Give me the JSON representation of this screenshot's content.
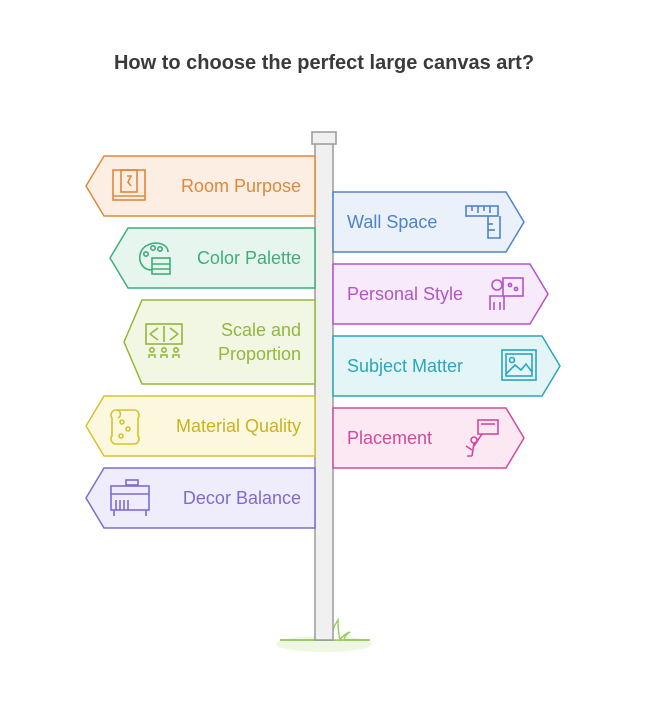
{
  "title": "How to choose the perfect large canvas art?",
  "signs": [
    {
      "label": "Room Purpose",
      "side": "left",
      "icon": "room-door-icon",
      "stroke": "#e0883a",
      "fill": "#fdeee3",
      "text": "#e0883a"
    },
    {
      "label": "Wall Space",
      "side": "right",
      "icon": "measuring-tape-icon",
      "stroke": "#4f83c7",
      "fill": "#eaf1fb",
      "text": "#4f83c7"
    },
    {
      "label": "Color Palette",
      "side": "left",
      "icon": "palette-swatch-icon",
      "stroke": "#3fae7a",
      "fill": "#e6f6ee",
      "text": "#3fae7a"
    },
    {
      "label": "Personal Style",
      "side": "right",
      "icon": "artist-easel-icon",
      "stroke": "#b553c9",
      "fill": "#f7eafa",
      "text": "#b553c9"
    },
    {
      "label": "Scale and",
      "label2": "Proportion",
      "side": "left",
      "icon": "scale-people-icon",
      "stroke": "#93b83a",
      "fill": "#f1f7e2",
      "text": "#93b83a"
    },
    {
      "label": "Subject Matter",
      "side": "right",
      "icon": "landscape-picture-icon",
      "stroke": "#2aa7bd",
      "fill": "#e4f5f8",
      "text": "#2aa7bd"
    },
    {
      "label": "Material Quality",
      "side": "left",
      "icon": "canvas-roll-icon",
      "stroke": "#d8c22c",
      "fill": "#fcf8dd",
      "text": "#cdb21c"
    },
    {
      "label": "Placement",
      "side": "right",
      "icon": "hanging-picture-icon",
      "stroke": "#d24a9b",
      "fill": "#fbe8f3",
      "text": "#d24a9b"
    },
    {
      "label": "Decor Balance",
      "side": "left",
      "icon": "sideboard-icon",
      "stroke": "#7f6bd0",
      "fill": "#efedfb",
      "text": "#7f6bd0"
    }
  ],
  "colors": {
    "post_stroke": "#9a9a9a",
    "post_fill": "#f0f0f0",
    "grass": "#9ccc65",
    "title": "#3a3a3a"
  }
}
